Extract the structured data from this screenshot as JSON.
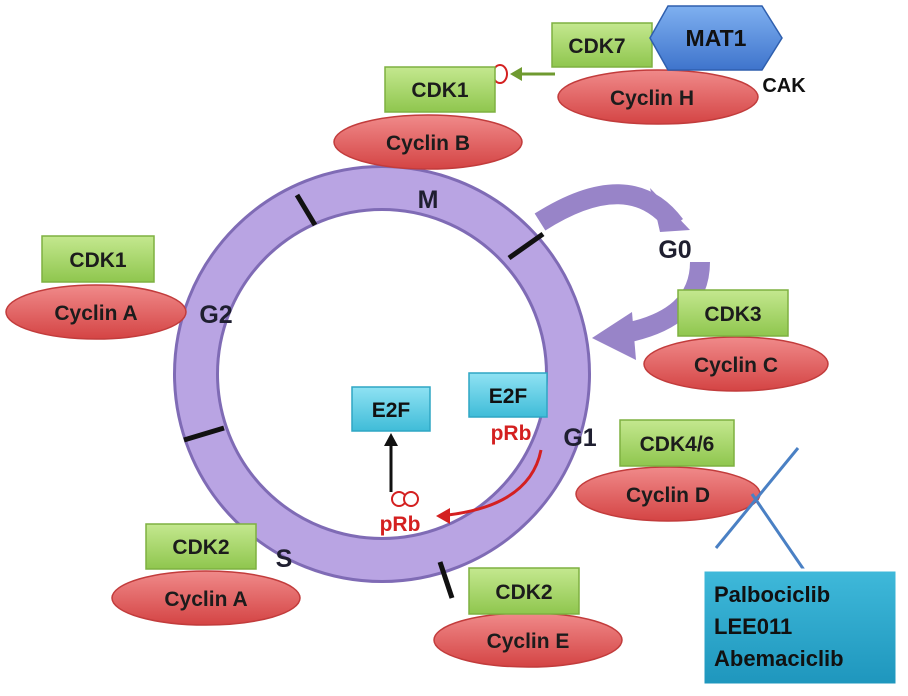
{
  "colors": {
    "ring_fill": "#b7a2e0",
    "ring_stroke": "#7f6bb5",
    "cdk_box": "#a6d86a",
    "cyclin_ellipse": "#e26060",
    "e2f_box": "#63cfe6",
    "drug_box": "#2aa8cc",
    "mat1_hex": "#5b8ee0",
    "red_text": "#d42020",
    "green_arrow": "#6f9a30",
    "inhibitor_line": "#4a80c4"
  },
  "phases": {
    "m": "M",
    "g2": "G2",
    "s": "S",
    "g1": "G1",
    "g0": "G0"
  },
  "complexes": {
    "top_cdk1": "CDK1",
    "top_cyclin_b": "Cyclin B",
    "cak_cdk7": "CDK7",
    "cak_mat1": "MAT1",
    "cak_cyclin_h": "Cyclin H",
    "cak_label": "CAK",
    "left_cdk1": "CDK1",
    "left_cyclin_a": "Cyclin A",
    "lower_left_cdk2": "CDK2",
    "lower_left_cyclin_a": "Cyclin A",
    "bottom_cdk2": "CDK2",
    "bottom_cyclin_e": "Cyclin E",
    "right_cdk3": "CDK3",
    "right_cyclin_c": "Cyclin C",
    "right_cdk46": "CDK4/6",
    "right_cyclin_d": "Cyclin D"
  },
  "center": {
    "e2f_left": "E2F",
    "e2f_right": "E2F",
    "prb_top": "pRb",
    "prb_bottom": "pRb"
  },
  "drugs": [
    "Palbociclib",
    "LEE011",
    "Abemaciclib"
  ]
}
